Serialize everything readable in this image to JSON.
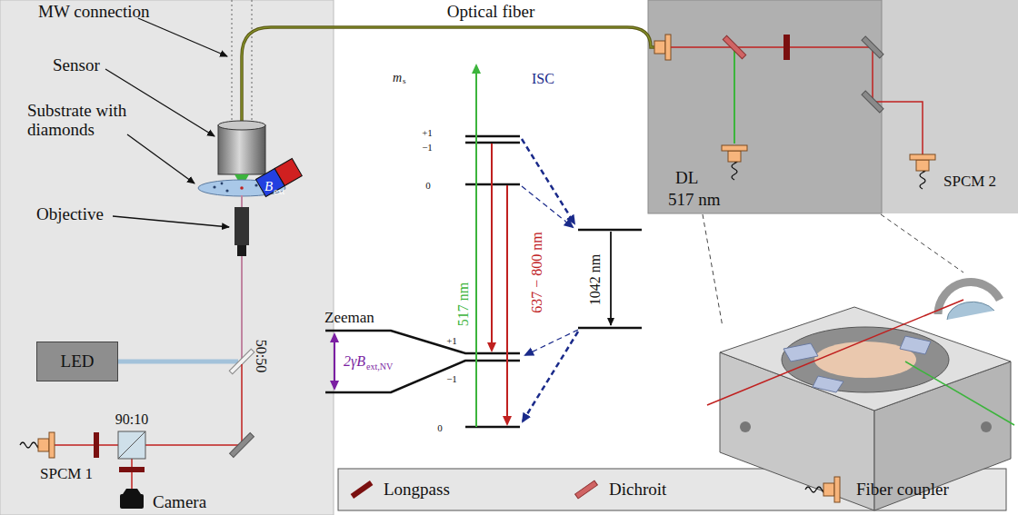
{
  "diagram": {
    "nodes": [
      {
        "text": [
          "LED"
        ]
      },
      {
        "text": [
          "DL",
          "517 nm"
        ]
      }
    ],
    "labels": [
      "MW connection",
      "Sensor",
      "Substrate with diamonds",
      "Objective",
      "50:50",
      "90:10",
      "SPCM 1",
      "Camera",
      "B",
      "ext",
      "Optical fiber",
      "m",
      "s",
      "+1",
      "−1",
      "0",
      "ISC",
      "517 nm",
      "637 − 800 nm",
      "1042 nm",
      "Zeeman",
      "+1",
      "−1",
      "0",
      "2γB",
      "ext,NV",
      "SPCM 2"
    ],
    "legend": [
      {
        "text": "Longpass"
      },
      {
        "text": "Dichroit"
      },
      {
        "text": "Fiber coupler"
      }
    ]
  }
}
